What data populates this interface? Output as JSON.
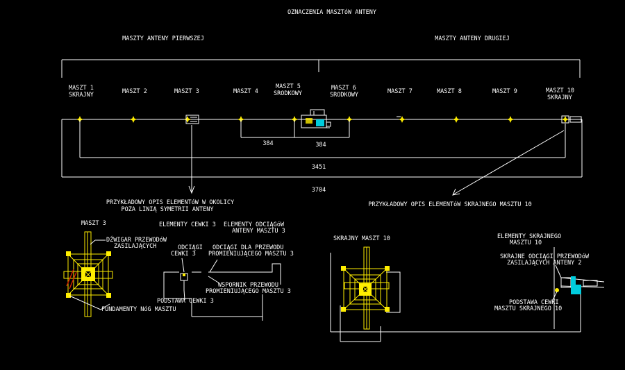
{
  "title": "OZNACZENIA MASZTóW ANTENY",
  "groups": {
    "first": "MASZTY ANTENY PIERWSZEJ",
    "second": "MASZTY ANTENY DRUGIEJ"
  },
  "masts": [
    {
      "line1": "MASZT 1",
      "line2": "SKRAJNY"
    },
    {
      "line1": "MASZT 2",
      "line2": ""
    },
    {
      "line1": "MASZT 3",
      "line2": ""
    },
    {
      "line1": "MASZT 4",
      "line2": ""
    },
    {
      "line1": "MASZT 5",
      "line2": "SRODKOWY"
    },
    {
      "line1": "MASZT 6",
      "line2": "SRODKOWY"
    },
    {
      "line1": "MASZT 7",
      "line2": ""
    },
    {
      "line1": "MASZT 8",
      "line2": ""
    },
    {
      "line1": "MASZT 9",
      "line2": ""
    },
    {
      "line1": "MASZT 10",
      "line2": "SKRAJNY"
    }
  ],
  "dimensions": {
    "d1": "384",
    "d2": "384",
    "d3": "3451",
    "d4": "3704"
  },
  "callouts": {
    "left_line1": "PRZYKŁADOWY OPIS ELEMENTóW W OKOLICY",
    "left_line2": "POZA LINIĄ SYMETRII ANTENY",
    "right": "PRZYKŁADOWY OPIS ELEMENTóW SKRAJNEGO MASZTU 10"
  },
  "detail_left": {
    "mast_label": "MASZT 3",
    "girder_1": "DŹWIGAR PRZEWODóW",
    "girder_2": "ZASILAJĄCYCH",
    "coil_elements": "ELEMENTY CEWKI 3",
    "guy_elements_1": "ELEMENTY ODCIĄGóW",
    "guy_elements_2": "ANTENY MASZTU 3",
    "coil_guy_1": "ODCIĄGI",
    "coil_guy_2": "CEWKI 3",
    "radiating_guy_1": "ODCIĄGI DLA PRZEWODU",
    "radiating_guy_2": "PROMIENIUJĄCEGO MASZTU 3",
    "bracket_1": "WSPORNIK PRZEWODU",
    "bracket_2": "PROMIENIUJĄCEGO MASZTU 3",
    "coil_base": "PODSTAWA CEWKI 3",
    "foundations": "FUNDAMENTY NóG MASZTU"
  },
  "detail_right": {
    "mast_label": "SKRAJNY MASZT 10",
    "elements_1": "ELEMENTY SKRAJNEGO",
    "elements_2": "MASZTU 10",
    "outer_guy_1": "SKRAJNE ODCIĄGI PRZEWODóW",
    "outer_guy_2": "ZASILAJĄCYCH ANTENY 2",
    "base_1": "PODSTAWA CEWKI",
    "base_2": "MASZTU SKRAJNEGO 10"
  },
  "colors": {
    "background": "#000000",
    "lines": "#ffffff",
    "mast_marker": "#ffee00",
    "accent_cyan": "#00ccdd",
    "accent_red": "#cc2200"
  }
}
